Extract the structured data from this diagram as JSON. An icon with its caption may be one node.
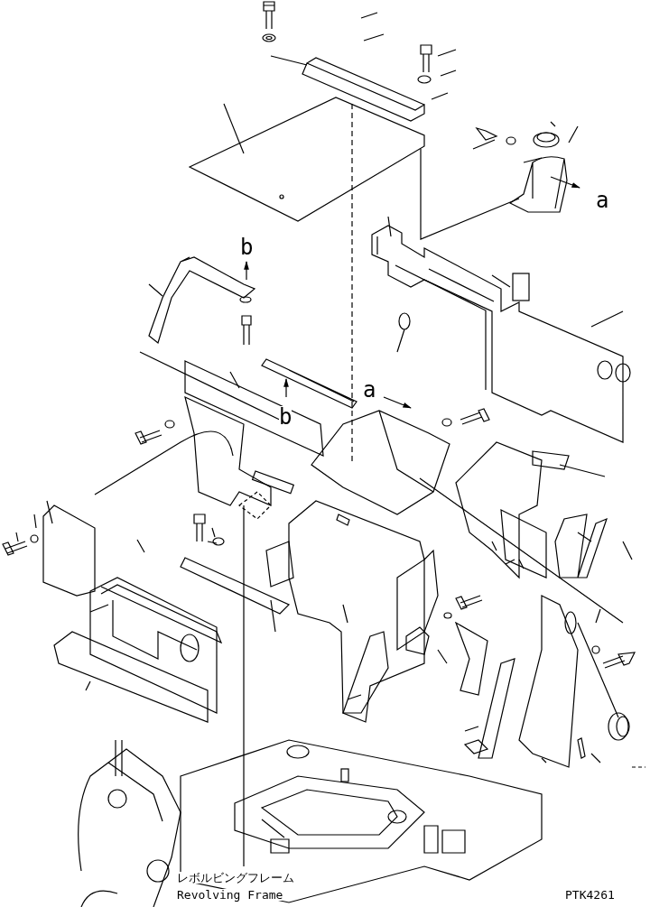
{
  "diagram": {
    "labels": [
      "a",
      "b",
      "a",
      "b",
      "レボルビングフレーム",
      "Revolving Frame",
      "PTK4261"
    ]
  }
}
